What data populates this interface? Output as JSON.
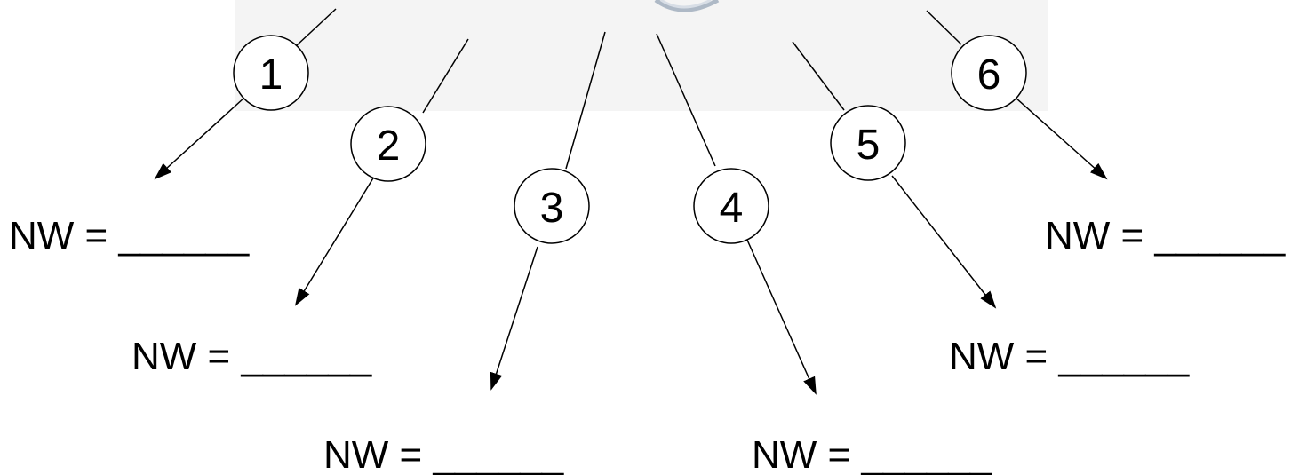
{
  "arrows": [
    {
      "number": "1",
      "label": "NW = ______"
    },
    {
      "number": "2",
      "label": "NW = ______"
    },
    {
      "number": "3",
      "label": "NW = ______"
    },
    {
      "number": "4",
      "label": "NW = ______"
    },
    {
      "number": "5",
      "label": "NW = ______"
    },
    {
      "number": "6",
      "label": "NW = ______"
    }
  ],
  "colors": {
    "background_panel": "#f4f4f4",
    "line": "#000000",
    "globe": "#b9c3cf"
  }
}
